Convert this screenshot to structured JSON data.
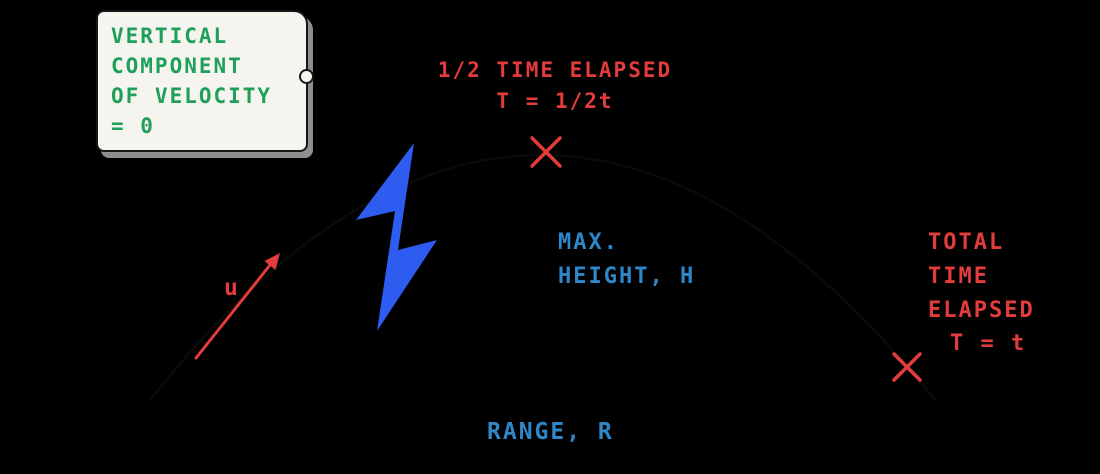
{
  "colors": {
    "background": "#000000",
    "note_bg": "#f6f4ef",
    "border": "#161616",
    "shadow": "#8e8e8c",
    "green": "#1fa05a",
    "red": "#e23c3c",
    "blue_text": "#2e87c8",
    "blue_bolt": "#2e5cf0",
    "black": "#0a0a0a"
  },
  "note": {
    "lines": [
      "VERTICAL",
      "COMPONENT",
      "OF VELOCITY",
      "= 0"
    ]
  },
  "half_time": {
    "title": "1/2 TIME ELAPSED",
    "equation": "T = 1/2t"
  },
  "max_height": {
    "line1": "MAX.",
    "line2": "HEIGHT, H"
  },
  "total_time": {
    "lines": [
      "TOTAL",
      "TIME",
      "ELAPSED"
    ],
    "equation": "T = t"
  },
  "velocity_label": "u",
  "range_label": "RANGE, R"
}
